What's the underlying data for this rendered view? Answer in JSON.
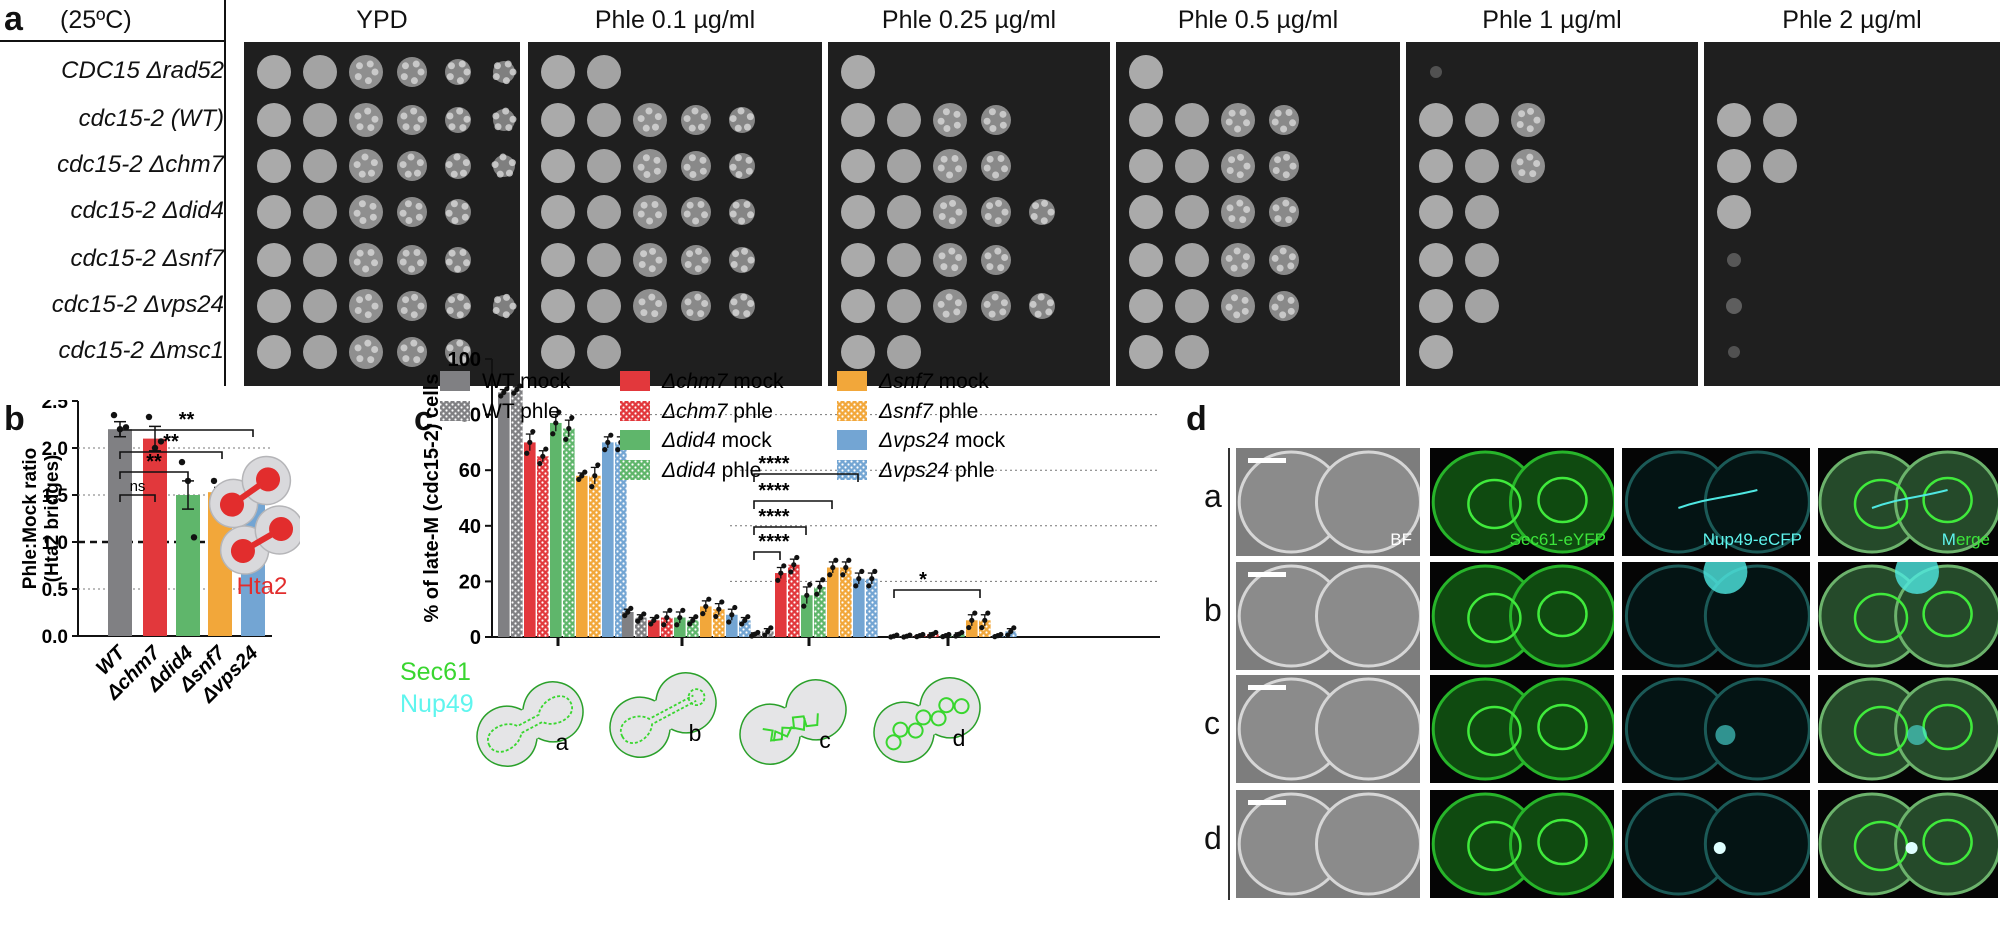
{
  "panel_a": {
    "letter": "a",
    "temperature": "(25ºC)",
    "conditions": [
      "YPD",
      "Phle 0.1 µg/ml",
      "Phle 0.25 µg/ml",
      "Phle 0.5 µg/ml",
      "Phle 1 µg/ml",
      "Phle 2 µg/ml"
    ],
    "strains": [
      {
        "label": "CDC15 Δrad52",
        "growth": [
          6,
          2,
          1,
          1,
          0.2,
          0
        ]
      },
      {
        "label": "cdc15-2 (WT)",
        "growth": [
          6,
          5,
          4,
          4,
          3,
          2
        ]
      },
      {
        "label": "cdc15-2 Δchm7",
        "growth": [
          6,
          5,
          4,
          4,
          3,
          2
        ]
      },
      {
        "label": "cdc15-2 Δdid4",
        "growth": [
          5,
          5,
          5,
          4,
          2,
          1
        ]
      },
      {
        "label": "cdc15-2 Δsnf7",
        "growth": [
          5,
          5,
          4,
          4,
          2,
          0.3
        ]
      },
      {
        "label": "cdc15-2 Δvps24",
        "growth": [
          6,
          5,
          5,
          4,
          2,
          0.4
        ]
      },
      {
        "label": "cdc15-2 Δmsc1",
        "growth": [
          5,
          2,
          2,
          2,
          1,
          0.2
        ]
      }
    ]
  },
  "panel_b": {
    "letter": "b",
    "legend_label": "Hta2",
    "sig_labels": [
      "ns",
      "**",
      "**",
      "**"
    ],
    "chart_data": {
      "type": "bar",
      "categories": [
        "WT",
        "Δchm7",
        "Δdid4",
        "Δsnf7",
        "Δvps24"
      ],
      "values": [
        2.2,
        2.1,
        1.5,
        1.53,
        1.52
      ],
      "errors": [
        0.08,
        0.13,
        0.15,
        0.05,
        0.07
      ],
      "points": [
        [
          2.35,
          2.2,
          2.22
        ],
        [
          2.33,
          2.0,
          2.07
        ],
        [
          1.85,
          1.65,
          1.05
        ],
        [
          1.65,
          1.52,
          1.5
        ],
        [
          1.65,
          1.5,
          1.5
        ]
      ],
      "colors": [
        "#808083",
        "#e2383c",
        "#5fb66b",
        "#f2a73a",
        "#73a5d3"
      ],
      "ylabel_line1": "Phle:Mock ratio",
      "ylabel_line2": "(Hta2 bridges)",
      "ylim": [
        0,
        2.5
      ],
      "yticks": [
        "0.0",
        "0.5",
        "1.0",
        "1.5",
        "2.0",
        "2.5"
      ],
      "reference_line": 1.0,
      "dotted_lines": [
        0.5,
        1.5,
        2.0
      ]
    }
  },
  "panel_c": {
    "letter": "c",
    "sig_labels": [
      "****",
      "****",
      "****",
      "****",
      "*"
    ],
    "chart_data": {
      "type": "bar",
      "ylabel": "% of late-M (cdc15-2) cells",
      "ylim": [
        0,
        100
      ],
      "yticks": [
        "0",
        "20",
        "40",
        "60",
        "80",
        "100"
      ],
      "groups": [
        "a",
        "b",
        "c",
        "d"
      ],
      "series": [
        {
          "name": "WT mock",
          "color": "#808083",
          "pattern": false,
          "values": [
            88,
            9,
            1,
            0.3
          ],
          "errors": [
            1,
            1,
            0.5,
            0.3
          ]
        },
        {
          "name": "WT phle",
          "color": "#808083",
          "pattern": true,
          "values": [
            89,
            7,
            2,
            0.3
          ],
          "errors": [
            1,
            1,
            1,
            0.3
          ]
        },
        {
          "name": "Δchm7 mock",
          "color": "#e2383c",
          "pattern": false,
          "values": [
            70,
            6,
            23,
            0.5
          ],
          "errors": [
            3,
            1,
            2,
            0.3
          ]
        },
        {
          "name": "Δchm7 phle",
          "color": "#e2383c",
          "pattern": true,
          "values": [
            65,
            7,
            26,
            1
          ],
          "errors": [
            2,
            2,
            2,
            0.5
          ]
        },
        {
          "name": "Δdid4 mock",
          "color": "#5fb66b",
          "pattern": false,
          "values": [
            77,
            7,
            15,
            0.5
          ],
          "errors": [
            3,
            2,
            3,
            0.3
          ]
        },
        {
          "name": "Δdid4 phle",
          "color": "#5fb66b",
          "pattern": true,
          "values": [
            75,
            6,
            18,
            1
          ],
          "errors": [
            3,
            1,
            2,
            0.5
          ]
        },
        {
          "name": "Δsnf7 mock",
          "color": "#f2a73a",
          "pattern": false,
          "values": [
            58,
            11,
            25,
            6
          ],
          "errors": [
            1,
            2,
            2,
            2
          ]
        },
        {
          "name": "Δsnf7 phle",
          "color": "#f2a73a",
          "pattern": true,
          "values": [
            58,
            10,
            25,
            6
          ],
          "errors": [
            3,
            2,
            2,
            2
          ]
        },
        {
          "name": "Δvps24 mock",
          "color": "#73a5d3",
          "pattern": false,
          "values": [
            70,
            8,
            21,
            0.5
          ],
          "errors": [
            2,
            2,
            2,
            0.3
          ]
        },
        {
          "name": "Δvps24 phle",
          "color": "#73a5d3",
          "pattern": true,
          "values": [
            70,
            6,
            21,
            2
          ],
          "errors": [
            2,
            1,
            2,
            1
          ]
        }
      ],
      "dotted_lines": [
        20,
        40,
        60,
        80
      ]
    },
    "marker_label_1": "Sec61",
    "marker_label_2": "Nup49",
    "cell_labels": [
      "a",
      "b",
      "c",
      "d"
    ],
    "marker_colors": {
      "sec61": "#39d62f",
      "nup49": "#5ff5ee"
    }
  },
  "panel_d": {
    "letter": "d",
    "rows": [
      "a",
      "b",
      "c",
      "d"
    ],
    "channel_bf": "BF",
    "channel_sec61": "Sec61-eYFP",
    "channel_nup49": "Nup49-eCFP",
    "merge_m": "M",
    "merge_rest": "erge"
  }
}
